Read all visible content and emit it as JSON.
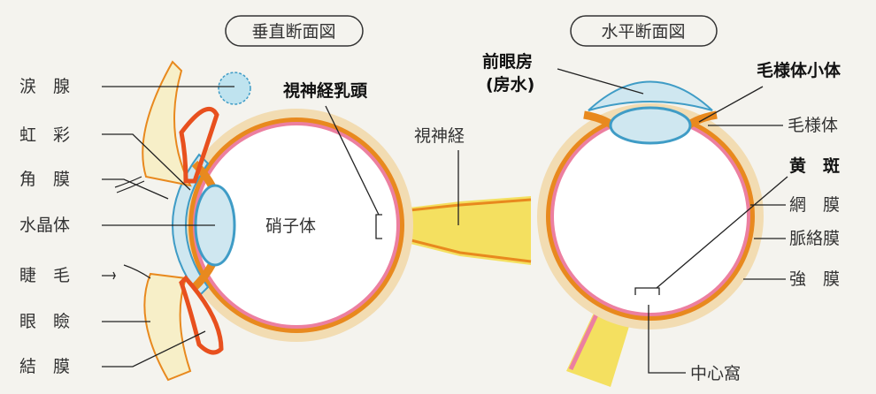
{
  "vertical": {
    "title": "垂直断面図",
    "labels": {
      "lacrimal_gland": "涙　腺",
      "iris": "虹　彩",
      "cornea": "角　膜",
      "lens": "水晶体",
      "eyelash": "睫　毛",
      "eyelid": "眼　瞼",
      "conjunctiva": "結　膜",
      "optic_disc": "視神経乳頭",
      "optic_nerve": "視神経",
      "vitreous": "硝子体"
    }
  },
  "horizontal": {
    "title": "水平断面図",
    "labels": {
      "anterior_chamber_line1": "前眼房",
      "anterior_chamber_line2": "(房水)",
      "ciliary_zonule": "毛様体小体",
      "ciliary_body": "毛様体",
      "macula": "黄　斑",
      "retina": "網　膜",
      "choroid": "脈絡膜",
      "sclera": "強　膜",
      "fovea": "中心窩"
    }
  },
  "colors": {
    "sclera": "#f2dcb2",
    "choroid": "#e8891e",
    "retina": "#ec7fa0",
    "lens": "#cfe7f0",
    "lens_edge": "#3f9cc6",
    "nerve": "#f4e060",
    "gland": "#bfe3ef"
  }
}
